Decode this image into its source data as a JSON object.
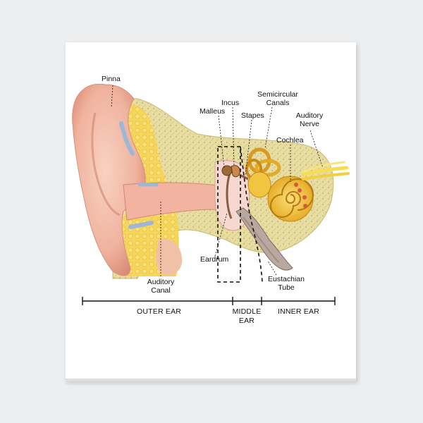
{
  "labels": {
    "pinna": "Pinna",
    "incus": "Incus",
    "malleus": "Malleus",
    "stapes": "Stapes",
    "semicircular_canals_line1": "Semicircular",
    "semicircular_canals_line2": "Canals",
    "auditory_nerve_line1": "Auditory",
    "auditory_nerve_line2": "Nerve",
    "cochlea": "Cochlea",
    "eardrum": "Eardrum",
    "auditory_canal_line1": "Auditory",
    "auditory_canal_line2": "Canal",
    "eustachian_tube_line1": "Eustachian",
    "eustachian_tube_line2": "Tube"
  },
  "sections": {
    "outer_ear": "OUTER EAR",
    "middle_ear_line1": "MIDDLE",
    "middle_ear_line2": "EAR",
    "inner_ear": "INNER EAR"
  },
  "colors": {
    "background": "#eceef0",
    "poster": "#ffffff",
    "skin": "#f2b8a4",
    "skin_dark": "#d98d78",
    "fat": "#f4d560",
    "bone": "#e8dfa8",
    "cochlea": "#f0c030",
    "nerve": "#f7dd55",
    "line": "#111111"
  }
}
